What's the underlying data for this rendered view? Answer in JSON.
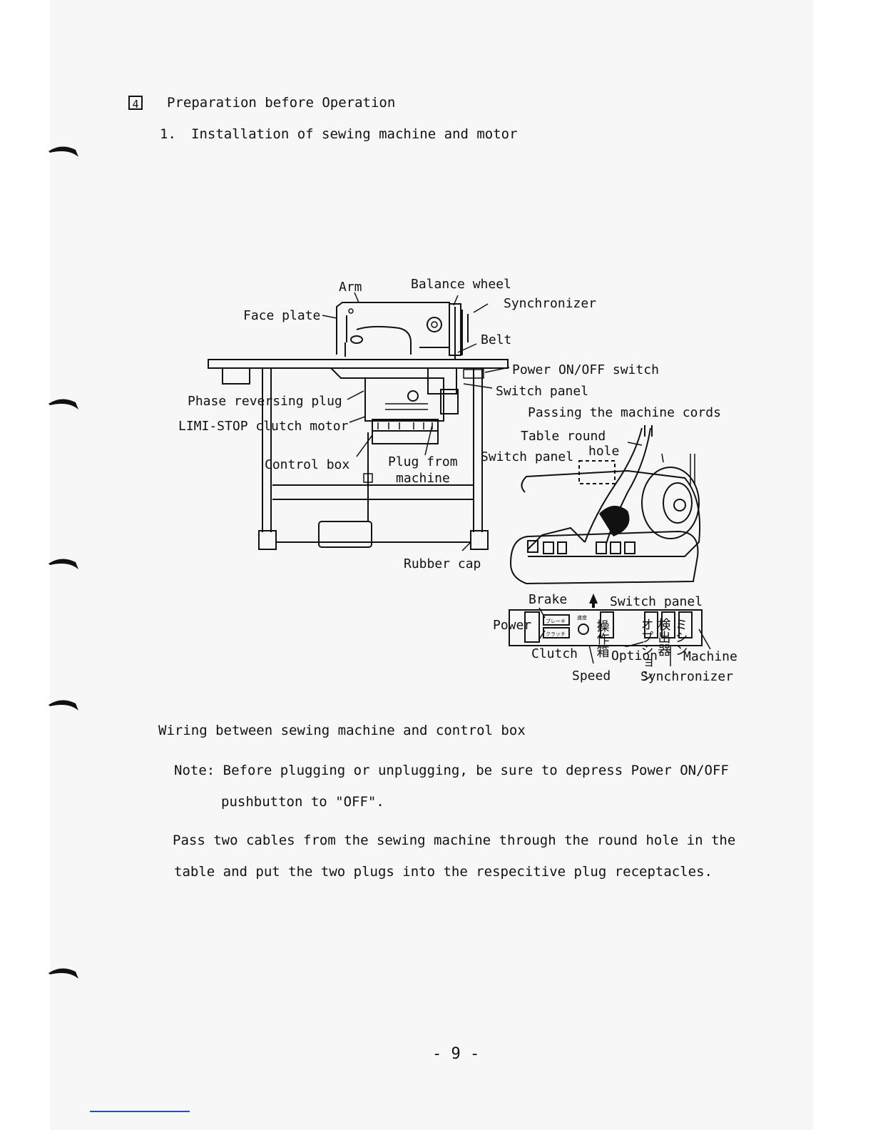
{
  "section": {
    "number": "4",
    "title": "Preparation before Operation"
  },
  "subsection": {
    "number": "1.",
    "title": "Installation of sewing machine and motor"
  },
  "diagram_labels": {
    "arm": "Arm",
    "balance_wheel": "Balance wheel",
    "synchronizer": "Synchronizer",
    "face_plate": "Face plate",
    "belt": "Belt",
    "power_switch": "Power ON/OFF switch",
    "switch_panel_top": "Switch panel",
    "phase_plug": "Phase reversing plug",
    "passing_cords": "Passing the machine cords",
    "clutch_motor": "LIMI-STOP clutch motor",
    "table_round": "Table round",
    "hole": "hole",
    "switch_panel_mid": "Switch panel",
    "control_box": "Control box",
    "plug_from": "Plug from",
    "machine": "machine",
    "rubber_cap": "Rubber cap",
    "brake": "Brake",
    "switch_panel_arrow": "Switch panel",
    "power": "Power",
    "clutch": "Clutch",
    "option": "Option",
    "machine_panel": "Machine",
    "speed": "Speed",
    "synchronizer_panel": "Synchronizer",
    "jp_brake": "ブレーキ",
    "jp_clutch": "クラッチ",
    "jp_speed": "速度",
    "jp_operation": "操作箱",
    "jp_option": "オプション",
    "jp_detector": "検出器",
    "jp_machine": "ミシン"
  },
  "caption": "Wiring between sewing machine and control box",
  "note": {
    "line1": "Note: Before plugging or unplugging, be sure to depress Power ON/OFF",
    "line2": "pushbutton to \"OFF\"."
  },
  "body": {
    "line1": "Pass two cables from the sewing machine through the round hole in the",
    "line2": "table and put the two plugs into the respecitive plug receptacles."
  },
  "page_number": "- 9 -"
}
